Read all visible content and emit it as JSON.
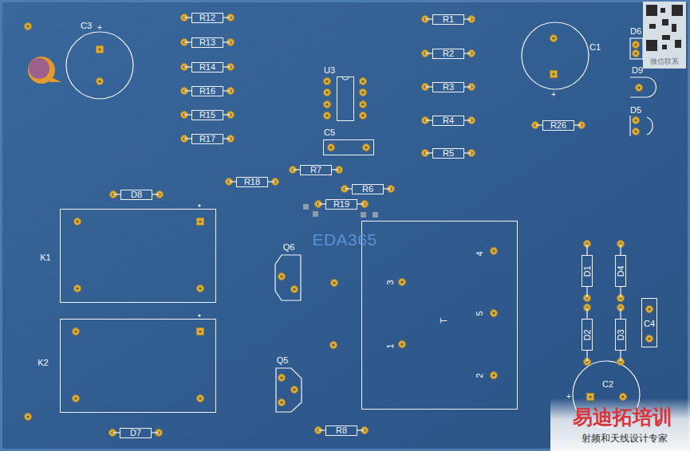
{
  "diagram": {
    "nodes": [
      {
        "text": [
          "R12"
        ]
      },
      {
        "text": [
          "R13"
        ]
      },
      {
        "text": [
          "R14"
        ]
      },
      {
        "text": [
          "R16"
        ]
      },
      {
        "text": [
          "R15"
        ]
      },
      {
        "text": [
          "R17"
        ]
      },
      {
        "text": [
          "R1"
        ]
      },
      {
        "text": [
          "R2"
        ]
      },
      {
        "text": [
          "R3"
        ]
      },
      {
        "text": [
          "R4"
        ]
      },
      {
        "text": [
          "R5"
        ]
      },
      {
        "text": [
          "U3"
        ]
      },
      {
        "text": [
          "C5"
        ]
      },
      {
        "text": [
          "R26"
        ]
      },
      {
        "text": [
          "R7"
        ]
      },
      {
        "text": [
          "R18"
        ]
      },
      {
        "text": [
          "R6"
        ]
      },
      {
        "text": [
          "R19"
        ]
      },
      {
        "text": [
          "D8"
        ]
      },
      {
        "text": [
          "K1"
        ]
      },
      {
        "text": [
          "Q6"
        ]
      },
      {
        "text": [
          "T",
          "4",
          "3",
          "5",
          "1",
          "2"
        ]
      },
      {
        "text": [
          "D1"
        ]
      },
      {
        "text": [
          "D4"
        ]
      },
      {
        "text": [
          "D2"
        ]
      },
      {
        "text": [
          "D3"
        ]
      },
      {
        "text": [
          "C4"
        ]
      },
      {
        "text": [
          "K2"
        ]
      },
      {
        "text": [
          "Q5"
        ]
      },
      {
        "text": [
          "D7"
        ]
      },
      {
        "text": [
          "R8"
        ]
      }
    ],
    "labels": [
      "C3",
      "+",
      "C1",
      "+",
      "D6",
      "D9",
      "D5",
      "EDA365",
      "C2",
      "+",
      "微信联系",
      "易迪拓培训",
      "射频和天线设计专家"
    ]
  }
}
